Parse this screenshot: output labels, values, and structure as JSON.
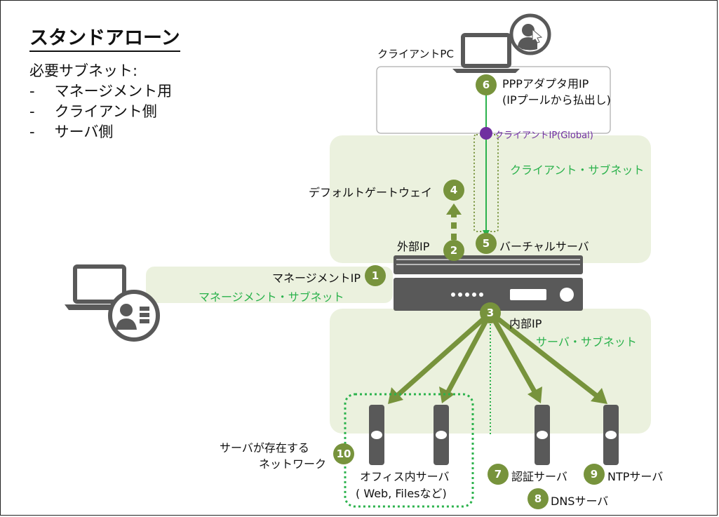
{
  "title": "スタンドアローン",
  "subnets": {
    "heading": "必要サブネット:",
    "items": [
      {
        "dash": "-",
        "label": "マネージメント用"
      },
      {
        "dash": "-",
        "label": "クライアント側"
      },
      {
        "dash": "-",
        "label": "サーバ側"
      }
    ]
  },
  "labels": {
    "client_pc": "クライアントPC",
    "ppp_ip_line1": "PPPアダプタ用IP",
    "ppp_ip_line2": "(IPプールから払出し)",
    "client_ip": "クライアントIP(Global)",
    "client_subnet": "クライアント・サブネット",
    "default_gateway": "デフォルトゲートウェイ",
    "external_ip": "外部IP",
    "virtual_server": "バーチャルサーバ",
    "management_ip": "マネージメントIP",
    "management_subnet": "マネージメント・サブネット",
    "internal_ip": "内部IP",
    "server_subnet": "サーバ・サブネット",
    "server_network_line1": "サーバが存在する",
    "server_network_line2": "ネットワーク",
    "office_servers_line1": "オフィス内サーバ",
    "office_servers_line2": "( Web, Filesなど)",
    "auth_server": "認証サーバ",
    "dns_server": "DNSサーバ",
    "ntp_server": "NTPサーバ"
  },
  "numbers": {
    "n1": "1",
    "n2": "2",
    "n3": "3",
    "n4": "4",
    "n5": "5",
    "n6": "6",
    "n7": "7",
    "n8": "8",
    "n9": "9",
    "n10": "10"
  },
  "colors": {
    "band": "#ebf1de",
    "node": "#77933c",
    "arrow": "#2bb24c",
    "server_arrow": "#77933c",
    "device": "#595959",
    "client_ip": "#7030a0"
  }
}
